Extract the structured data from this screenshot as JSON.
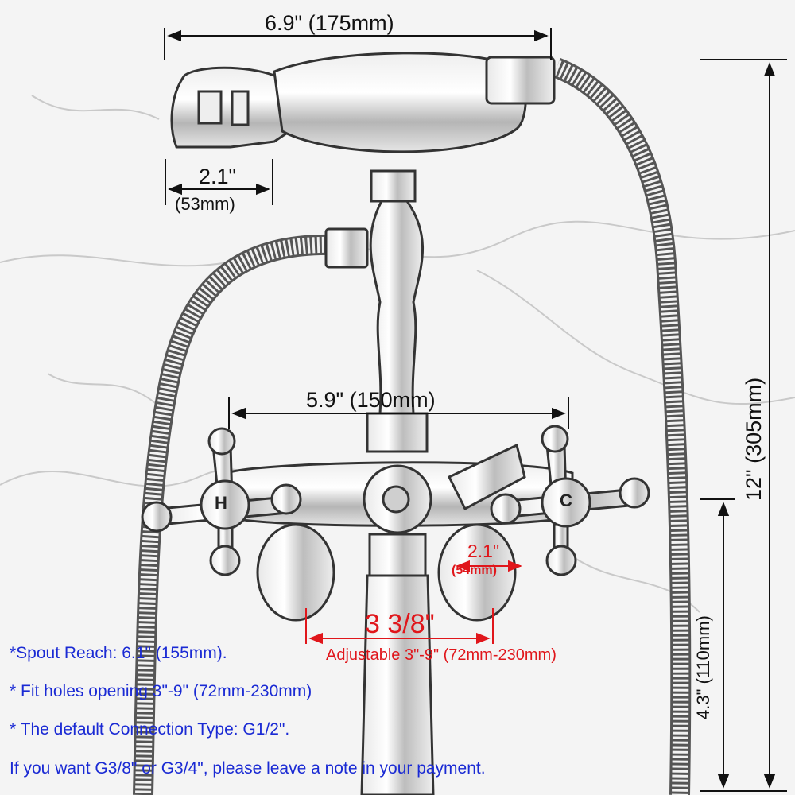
{
  "dimensions": {
    "overall_width": "6.9\" (175mm)",
    "head_width_in": "2.1\"",
    "head_width_mm": "(53mm)",
    "handle_spacing": "5.9\" (150mm)",
    "overall_height": "12\" (305mm)",
    "spout_height": "4.3\" (110mm)",
    "inlet_width_in": "2.1\"",
    "inlet_width_mm": "(54mm)",
    "center_spacing": "3 3/8\"",
    "adjustable_range": "Adjustable 3\"-9\" (72mm-230mm)"
  },
  "handles": {
    "hot": "H",
    "cold": "C"
  },
  "notes": [
    "*Spout Reach: 6.1\" (155mm).",
    "* Fit holes opening 3\"-9\" (72mm-230mm)",
    "* The default Connection Type: G1/2\".",
    "If you want G3/8\" or G3/4\", please leave a note in your payment."
  ],
  "colors": {
    "dimension": "#111111",
    "highlight": "#e0161b",
    "note": "#1a2ad4"
  }
}
